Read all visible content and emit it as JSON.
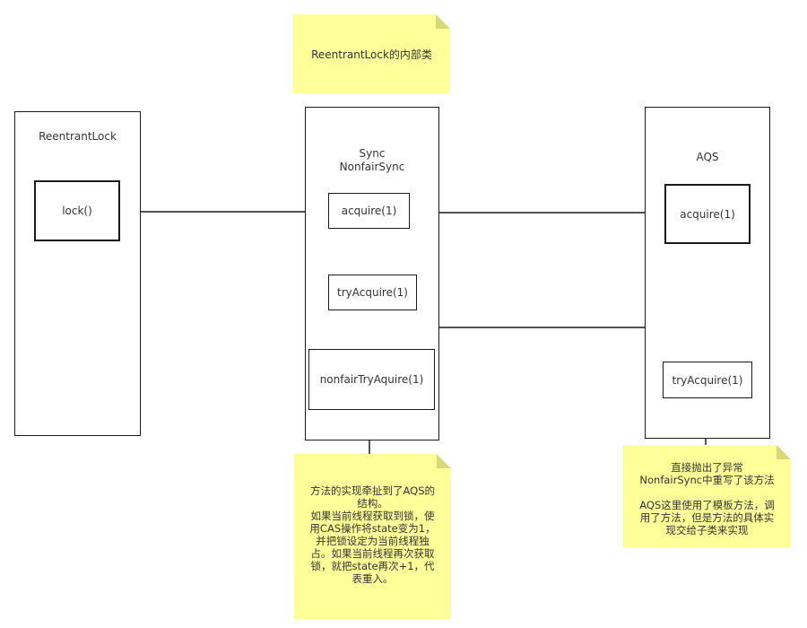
{
  "notes": {
    "inner_class": "ReentrantLock的内部类",
    "sync_note": [
      "方法的实现牵扯到了AQS的",
      "结构。",
      "如果当前线程获取到锁，使",
      "用CAS操作将state变为1，",
      "并把锁设定为当前线程独",
      "占。如果当前线程再次获取",
      "锁，就把state再次+1，代",
      "表重入。"
    ],
    "aqs_note_top": [
      "直接抛出了异常",
      "NonfairSync中重写了该方法"
    ],
    "aqs_note_bottom": [
      "AQS这里使用了模板方法，调",
      "用了方法，但是方法的具体实",
      "现交给子类来实现"
    ]
  },
  "reentrant_lock": {
    "title": "ReentrantLock",
    "lock": "lock()"
  },
  "sync": {
    "title_line1": "Sync",
    "title_line2": "NonfairSync",
    "acquire": "acquire(1)",
    "try_acquire": "tryAcquire(1)",
    "nonfair_try_acquire": "nonfairTryAquire(1)"
  },
  "aqs": {
    "title": "AQS",
    "acquire": "acquire(1)",
    "try_acquire": "tryAcquire(1)"
  },
  "colors": {
    "note_fill": "#ffff99",
    "note_fold": "#d8d87a",
    "stroke": "#1a1a1a",
    "text": "#333333",
    "background": "#ffffff"
  }
}
